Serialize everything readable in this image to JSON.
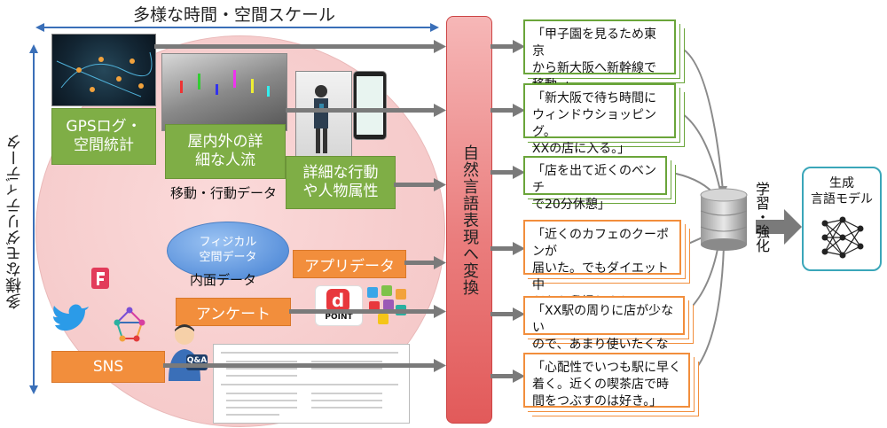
{
  "header": {
    "top_title": "多様な時間・空間スケール",
    "side_title": "多様なモダリティデータ"
  },
  "data_sources": {
    "gps": "GPSログ・\n空間統計",
    "flow": "屋内外の詳\n細な人流",
    "behavior": "詳細な行動\nや人物属性",
    "movement_label": "移動・行動データ",
    "physical": "フィジカル\n空間データ",
    "app": "アプリデータ",
    "inner_label": "内面データ",
    "survey": "アンケート",
    "sns": "SNS",
    "dpoint_text": "POINT",
    "qa_text": "Q&A"
  },
  "converter": {
    "label": "自然言語表現へ変換"
  },
  "sentences": [
    {
      "text": "「甲子園を見るため東京\nから新大阪へ新幹線で\n移動。」",
      "color": "#6aa53a"
    },
    {
      "text": "「新大阪で待ち時間に\nウィンドウショッピング。\nXXの店に入る。」",
      "color": "#6aa53a"
    },
    {
      "text": "「店を出て近くのベンチ\nで20分休憩」",
      "color": "#6aa53a"
    },
    {
      "text": "「近くのカフェのクーポンが\n届いた。でもダイエット中\nだから我慢しよう。」",
      "color": "#f28e3c"
    },
    {
      "text": "「XX駅の周りに店が少ない\nので、あまり使いたくない。」",
      "color": "#f28e3c"
    },
    {
      "text": "「心配性でいつも駅に早く\n着く。近くの喫茶店で時\n間をつぶすのは好き。」",
      "color": "#f28e3c"
    }
  ],
  "learning": {
    "label": "学習・強化"
  },
  "model": {
    "title": "生成\n言語モデル"
  },
  "colors": {
    "green": "#7fae46",
    "orange": "#f28e3c",
    "red": "#e25a5a",
    "teal": "#3aa6b9"
  }
}
